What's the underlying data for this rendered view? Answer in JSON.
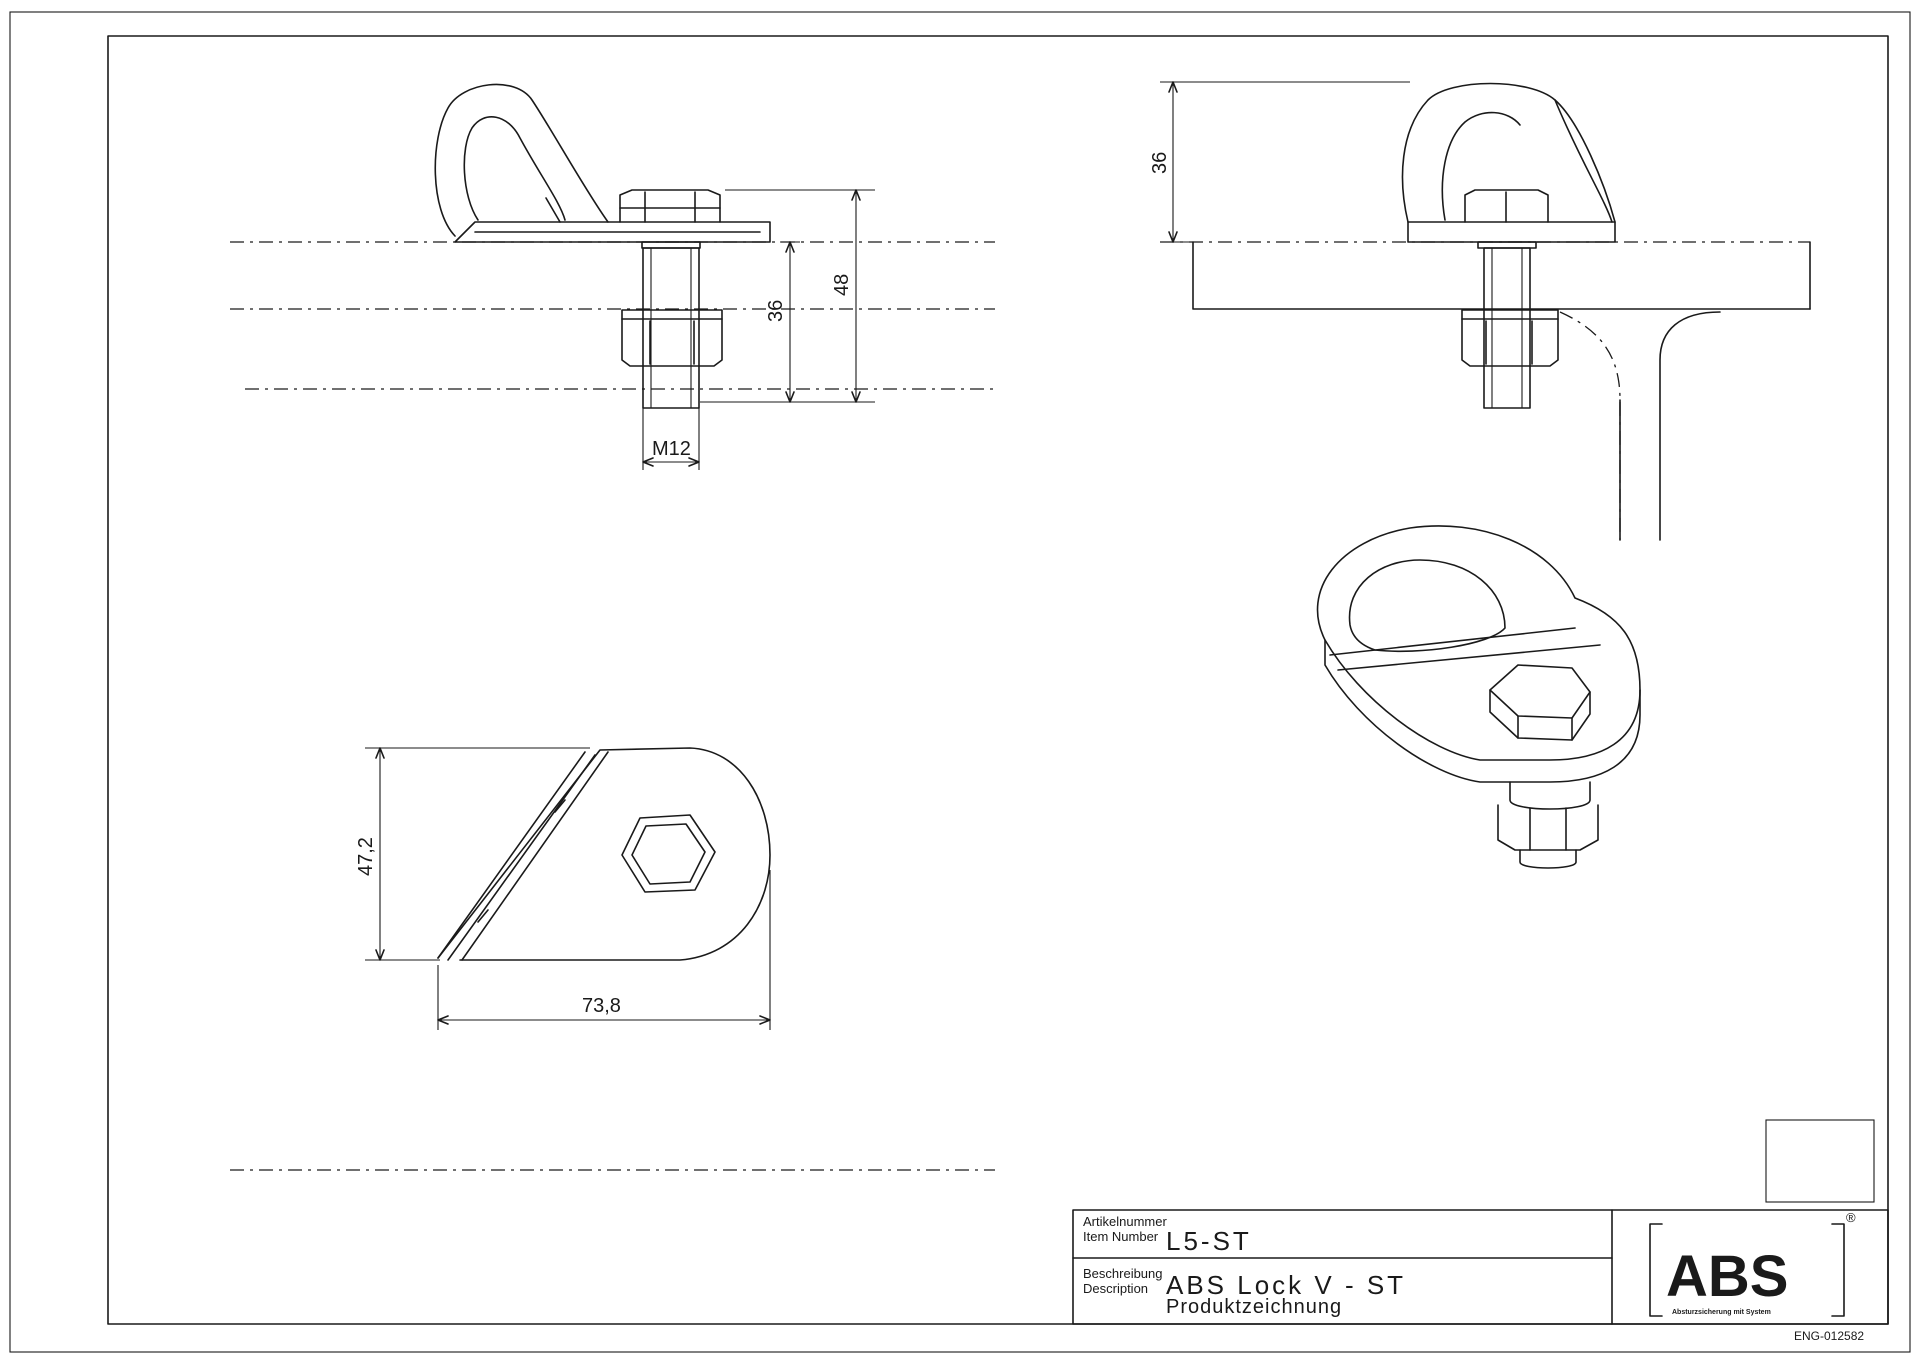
{
  "title_block": {
    "item_number_label_de": "Artikelnummer",
    "item_number_label_en": "Item Number",
    "item_number": "L5-ST",
    "description_label_de": "Beschreibung",
    "description_label_en": "Description",
    "description": "ABS Lock V - ST",
    "subtitle": "Produktzeichnung",
    "drawing_number": "ENG-012582"
  },
  "logo": {
    "text": "ABS",
    "tagline": "Absturzsicherung mit System",
    "registered": "®"
  },
  "dimensions": {
    "front_thread": "M12",
    "front_height_36": "36",
    "front_height_48": "48",
    "side_height_36": "36",
    "top_width": "47,2",
    "top_length": "73,8"
  }
}
